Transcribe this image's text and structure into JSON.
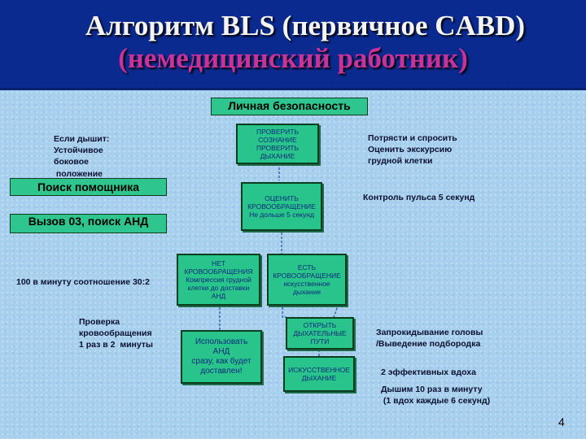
{
  "title_line1": "Алгоритм BLS (первичное CABD)",
  "title_line2": "(немедицинский работник)",
  "left_boxes": {
    "personal_safety": "Личная безопасность",
    "find_helper": "Поиск помощника",
    "call_03": "Вызов 03, поиск АНД"
  },
  "flow": {
    "check": [
      "ПРОВЕРИТЬ",
      "СОЗНАНИЕ",
      "ПРОВЕРИТЬ",
      "ДЫХАНИЕ"
    ],
    "assess": [
      "ОЦЕНИТЬ",
      "КРОВООБРАЩЕНИЕ",
      "Не дольше 5 секунд"
    ],
    "no_circulation": [
      "НЕТ",
      "КРОВООБРАЩЕНИЯ",
      "Компрессия грудной",
      "клетки до доставки",
      "АНД"
    ],
    "has_circulation": [
      "ЕСТЬ",
      "КРОВООБРАЩЕНИЕ",
      "искусственное",
      "дыхание"
    ],
    "use_aed": [
      "Использовать",
      "АНД",
      "сразу, как будет",
      "доставлен!"
    ],
    "open_airway": [
      "ОТКРЫТЬ",
      "ДЫХАТЕЛЬНЫЕ",
      "ПУТИ"
    ],
    "artificial_breathing": [
      "ИСКУССТВЕННОЕ",
      "ДЫХАНИЕ"
    ]
  },
  "notes": {
    "if_breathing": [
      "Если дышит:",
      "Устойчивое",
      "боковое",
      " положение"
    ],
    "shake_ask": [
      "Потрясти и спросить",
      "Оценить экскурсию",
      "грудной клетки"
    ],
    "pulse_control": "Контроль пульса 5 секунд",
    "rate_ratio": "100 в минуту соотношение 30:2",
    "check_circulation": [
      "Проверка",
      "кровообращения",
      "1 раз в 2  минуты"
    ],
    "head_tilt": [
      "Запрокидывание головы",
      "/Выведение подбородка"
    ],
    "two_breaths": "2 эффективных вдоха",
    "breathe_rate": [
      "Дышим 10 раз в минуту",
      " (1 вдох каждые 6 секунд)"
    ]
  },
  "page_number": "4",
  "colors": {
    "header_bg": "#0a2a90",
    "title_white": "#f4f4f4",
    "title_magenta": "#c8329a",
    "background": "#a8d0ee",
    "box_green": "#28c48c",
    "box_text": "#0c2b7a"
  }
}
